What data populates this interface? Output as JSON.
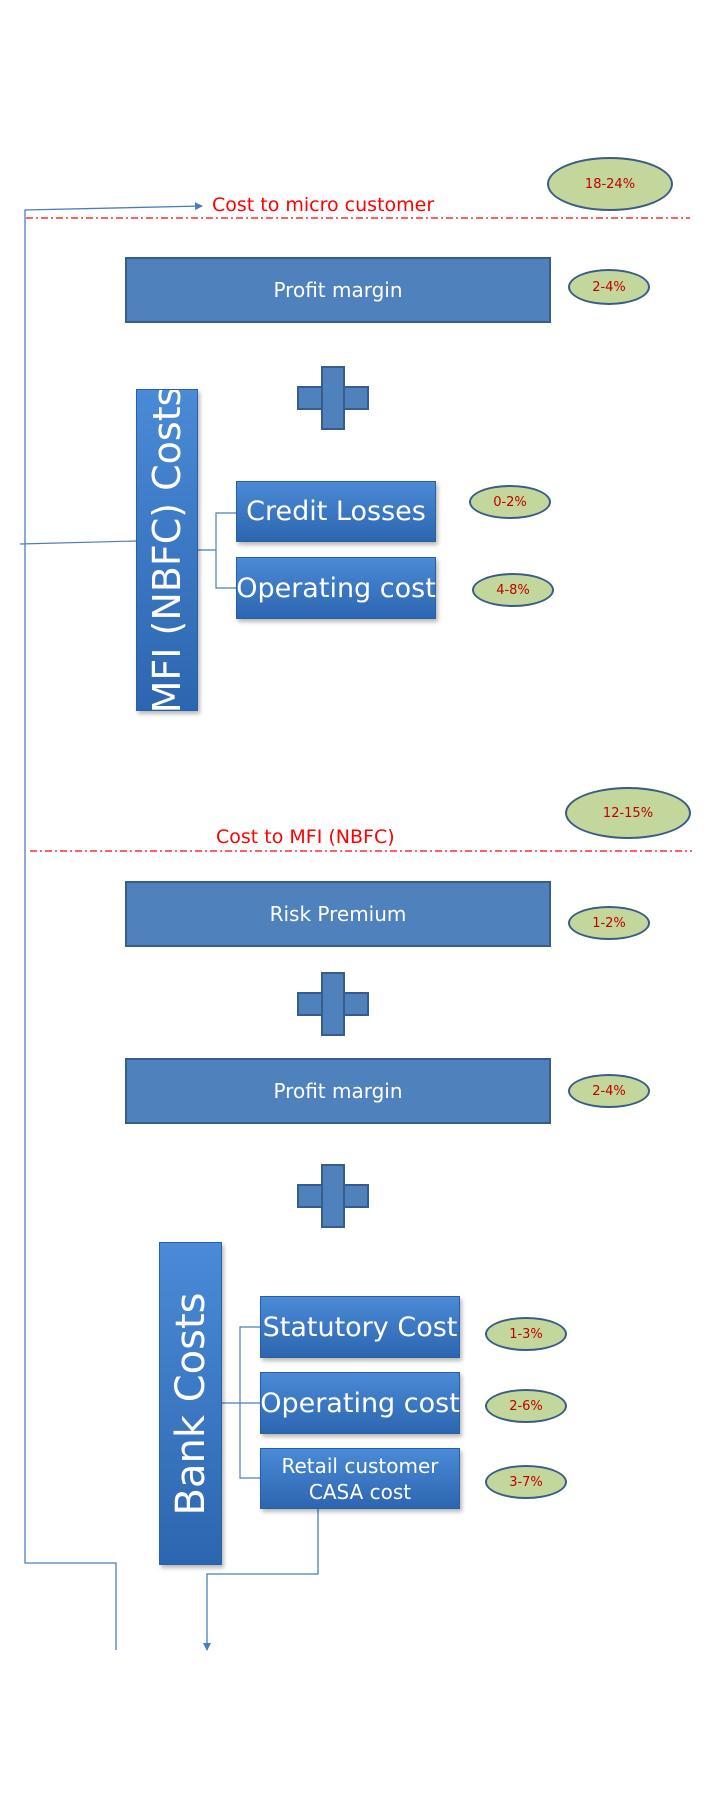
{
  "section_top": {
    "divider_label": "Cost to micro customer",
    "total_pill": "18-24%",
    "profit_margin": {
      "label": "Profit margin",
      "range": "2-4%"
    },
    "group": {
      "label": "MFI (NBFC) Costs",
      "items": [
        {
          "label": "Credit Losses",
          "range": "0-2%"
        },
        {
          "label": "Operating cost",
          "range": "4-8%"
        }
      ]
    }
  },
  "section_bottom": {
    "divider_label": "Cost to MFI (NBFC)",
    "total_pill": "12-15%",
    "risk_premium": {
      "label": "Risk Premium",
      "range": "1-2%"
    },
    "profit_margin": {
      "label": "Profit margin",
      "range": "2-4%"
    },
    "group": {
      "label": "Bank Costs",
      "items": [
        {
          "label": "Statutory Cost",
          "range": "1-3%"
        },
        {
          "label": "Operating cost",
          "range": "2-6%"
        },
        {
          "label": "Retail customer CASA cost",
          "range": "3-7%"
        }
      ]
    }
  },
  "colors": {
    "box_fill": "#4f81bd",
    "box_border": "#385d8a",
    "pill_fill": "#c3d69b",
    "pill_text": "#c00000",
    "divider": "#ff0000",
    "connector": "#4a7ebb"
  },
  "icons": [
    "plus-icon"
  ]
}
